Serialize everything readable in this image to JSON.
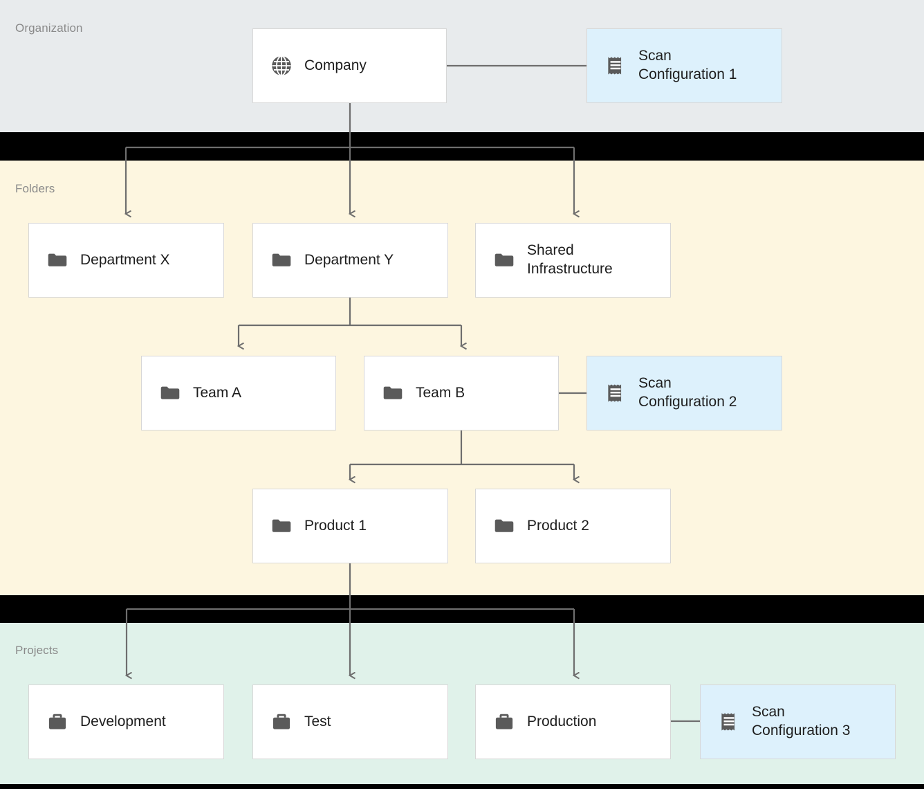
{
  "diagram": {
    "type": "hierarchy-tree",
    "title": "Organization / Folders / Projects hierarchy with scan configurations",
    "bands": [
      {
        "id": "organization",
        "label": "Organization",
        "color": "#e8ebed"
      },
      {
        "id": "folders",
        "label": "Folders",
        "color": "#fdf6e0"
      },
      {
        "id": "projects",
        "label": "Projects",
        "color": "#e0f2ea"
      }
    ],
    "nodes": [
      {
        "id": "company",
        "label": "Company",
        "icon": "globe-icon",
        "band": "organization",
        "kind": "resource"
      },
      {
        "id": "scan1",
        "label": "Scan\nConfiguration 1",
        "icon": "scan-config-icon",
        "band": "organization",
        "kind": "scan-configuration"
      },
      {
        "id": "department-x",
        "label": "Department X",
        "icon": "folder-icon",
        "band": "folders",
        "kind": "resource"
      },
      {
        "id": "department-y",
        "label": "Department Y",
        "icon": "folder-icon",
        "band": "folders",
        "kind": "resource"
      },
      {
        "id": "shared-infra",
        "label": "Shared\nInfrastructure",
        "icon": "folder-icon",
        "band": "folders",
        "kind": "resource"
      },
      {
        "id": "team-a",
        "label": "Team A",
        "icon": "folder-icon",
        "band": "folders",
        "kind": "resource"
      },
      {
        "id": "team-b",
        "label": "Team B",
        "icon": "folder-icon",
        "band": "folders",
        "kind": "resource"
      },
      {
        "id": "scan2",
        "label": "Scan\nConfiguration 2",
        "icon": "scan-config-icon",
        "band": "folders",
        "kind": "scan-configuration"
      },
      {
        "id": "product-1",
        "label": "Product 1",
        "icon": "folder-icon",
        "band": "folders",
        "kind": "resource"
      },
      {
        "id": "product-2",
        "label": "Product 2",
        "icon": "folder-icon",
        "band": "folders",
        "kind": "resource"
      },
      {
        "id": "development",
        "label": "Development",
        "icon": "briefcase-icon",
        "band": "projects",
        "kind": "resource"
      },
      {
        "id": "test",
        "label": "Test",
        "icon": "briefcase-icon",
        "band": "projects",
        "kind": "resource"
      },
      {
        "id": "production",
        "label": "Production",
        "icon": "briefcase-icon",
        "band": "projects",
        "kind": "resource"
      },
      {
        "id": "scan3",
        "label": "Scan\nConfiguration 3",
        "icon": "scan-config-icon",
        "band": "projects",
        "kind": "scan-configuration"
      }
    ],
    "edges": [
      {
        "from": "company",
        "to": "scan1",
        "style": "plain"
      },
      {
        "from": "company",
        "to": "department-x",
        "style": "arrow"
      },
      {
        "from": "company",
        "to": "department-y",
        "style": "arrow"
      },
      {
        "from": "company",
        "to": "shared-infra",
        "style": "arrow"
      },
      {
        "from": "department-y",
        "to": "team-a",
        "style": "arrow"
      },
      {
        "from": "department-y",
        "to": "team-b",
        "style": "arrow"
      },
      {
        "from": "team-b",
        "to": "scan2",
        "style": "plain"
      },
      {
        "from": "team-b",
        "to": "product-1",
        "style": "arrow"
      },
      {
        "from": "team-b",
        "to": "product-2",
        "style": "arrow"
      },
      {
        "from": "product-1",
        "to": "development",
        "style": "arrow"
      },
      {
        "from": "product-1",
        "to": "test",
        "style": "arrow"
      },
      {
        "from": "product-1",
        "to": "production",
        "style": "arrow"
      },
      {
        "from": "production",
        "to": "scan3",
        "style": "plain"
      }
    ],
    "colors": {
      "band_organization": "#e8ebed",
      "band_folders": "#fdf6e0",
      "band_projects": "#e0f2ea",
      "node_fill": "#ffffff",
      "node_border": "#d7d7d7",
      "scan_fill": "#ddf1fc",
      "icon": "#5a5a5a",
      "connector": "#6e6e6e",
      "band_label": "#8a8a8a",
      "node_text": "#1d1d1d",
      "gap": "#000000"
    }
  }
}
